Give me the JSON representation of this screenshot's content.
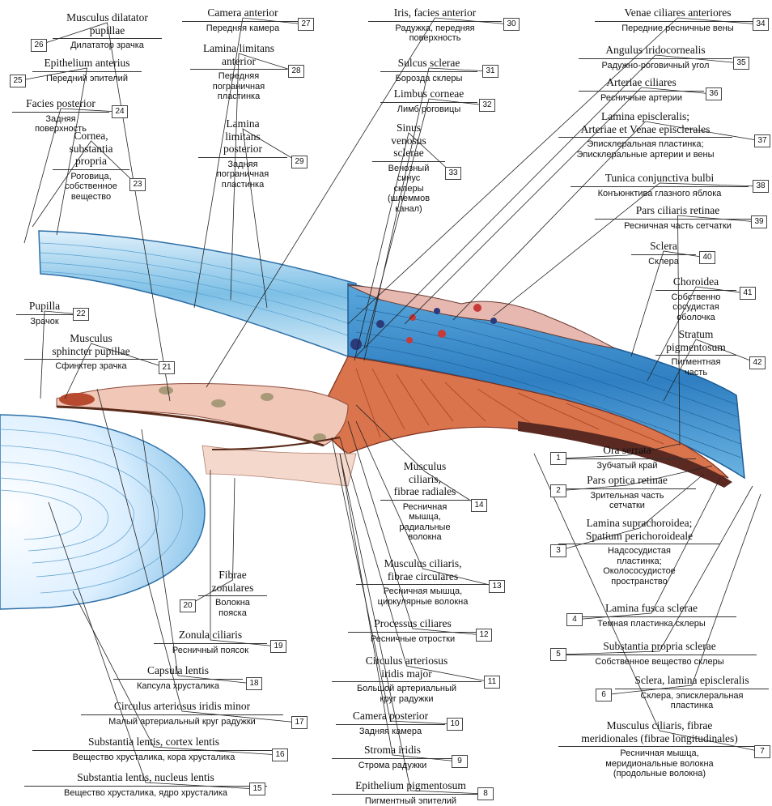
{
  "labels": [
    {
      "n": "1",
      "lat": "Ora serrata",
      "rus": "Зубчатый край"
    },
    {
      "n": "2",
      "lat": "Pars optica retinae",
      "rus": "Зрительная часть\nсетчатки"
    },
    {
      "n": "3",
      "lat": "Lamina suprachoroidea;\nSpatium perichoroideale",
      "rus": "Надсосудистая\nпластинка;\nОколососудистое\nпространство"
    },
    {
      "n": "4",
      "lat": "Lamina fusca sclerae",
      "rus": "Темная пластинка склеры"
    },
    {
      "n": "5",
      "lat": "Substantia propria sclerae",
      "rus": "Собственное вещество склеры"
    },
    {
      "n": "6",
      "lat": "Sclera, lamina episcleralis",
      "rus": "Склера, эписклеральная\nпластинка"
    },
    {
      "n": "7",
      "lat": "Musculus ciliaris, fibrae\nmeridionales (fibrae longitudinales)",
      "rus": "Ресничная мышца,\nмеридиональные волокна\n(продольные волокна)"
    },
    {
      "n": "8",
      "lat": "Epithelium pigmentosum",
      "rus": "Пигментный эпителий"
    },
    {
      "n": "9",
      "lat": "Stroma iridis",
      "rus": "Строма радужки"
    },
    {
      "n": "10",
      "lat": "Camera posterior",
      "rus": "Задняя камера"
    },
    {
      "n": "11",
      "lat": "Circulus arteriosus\niridis major",
      "rus": "Большой артериальный\nкруг радужки"
    },
    {
      "n": "12",
      "lat": "Processus ciliares",
      "rus": "Ресничные отростки"
    },
    {
      "n": "13",
      "lat": "Musculus ciliaris,\nfibrae circulares",
      "rus": "Ресничная мышца,\nциркулярные волокна"
    },
    {
      "n": "14",
      "lat": "Musculus\nciliaris,\nfibrae radiales",
      "rus": "Ресничная\nмышца,\nрадиальные\nволокна"
    },
    {
      "n": "15",
      "lat": "Substantia lentis, nucleus lentis",
      "rus": "Вещество хрусталика, ядро хрусталика"
    },
    {
      "n": "16",
      "lat": "Substantia lentis, cortex lentis",
      "rus": "Вещество хрусталика, кора хрусталика"
    },
    {
      "n": "17",
      "lat": "Circulus arteriosus iridis minor",
      "rus": "Малый артериальный круг радужки"
    },
    {
      "n": "18",
      "lat": "Capsula lentis",
      "rus": "Капсула хрусталика"
    },
    {
      "n": "19",
      "lat": "Zonula ciliaris",
      "rus": "Ресничный поясок"
    },
    {
      "n": "20",
      "lat": "Fibrae\nzonulares",
      "rus": "Волокна\nпояска"
    },
    {
      "n": "21",
      "lat": "Musculus\nsphincter pupillae",
      "rus": "Сфинктер зрачка"
    },
    {
      "n": "22",
      "lat": "Pupilla",
      "rus": "Зрачок"
    },
    {
      "n": "23",
      "lat": "Cornea,\nsubstantia\npropria",
      "rus": "Роговица,\nсобственное\nвещество"
    },
    {
      "n": "24",
      "lat": "Facies posterior",
      "rus": "Задняя\nповерхность"
    },
    {
      "n": "25",
      "lat": "Epithelium anterius",
      "rus": "Передний эпителий"
    },
    {
      "n": "26",
      "lat": "Musculus dilatator\npupillae",
      "rus": "Дилататор зрачка"
    },
    {
      "n": "27",
      "lat": "Camera anterior",
      "rus": "Передняя камера"
    },
    {
      "n": "28",
      "lat": "Lamina limitans\nanterior",
      "rus": "Передняя\nпограничная\nпластинка"
    },
    {
      "n": "29",
      "lat": "Lamina\nlimitans\nposterior",
      "rus": "Задняя\nпограничная\nпластинка"
    },
    {
      "n": "30",
      "lat": "Iris, facies anterior",
      "rus": "Радужка, передняя\nповерхность"
    },
    {
      "n": "31",
      "lat": "Sulcus sclerae",
      "rus": "Борозда склеры"
    },
    {
      "n": "32",
      "lat": "Limbus corneae",
      "rus": "Лимб роговицы"
    },
    {
      "n": "33",
      "lat": "Sinus\nvenosus\nsclerae",
      "rus": "Венозный\nсинус\nсклеры\n(шлеммов\nканал)"
    },
    {
      "n": "34",
      "lat": "Venae ciliares anteriores",
      "rus": "Передние ресничные вены"
    },
    {
      "n": "35",
      "lat": "Angulus iridocornealis",
      "rus": "Радужно-роговичный угол"
    },
    {
      "n": "36",
      "lat": "Arteriae ciliares",
      "rus": "Ресничные артерии"
    },
    {
      "n": "37",
      "lat": "Lamina episcleralis;\nArteriae et Venae episclerales",
      "rus": "Эписклеральная пластинка;\nЭписклеральные артерии и вены"
    },
    {
      "n": "38",
      "lat": "Tunica conjunctiva bulbi",
      "rus": "Конъюнктива глазного яблока"
    },
    {
      "n": "39",
      "lat": "Pars ciliaris retinae",
      "rus": "Ресничная часть сетчатки"
    },
    {
      "n": "40",
      "lat": "Sclera",
      "rus": "Склера"
    },
    {
      "n": "41",
      "lat": "Choroidea",
      "rus": "Собственно\nсосудистая\nоболочка"
    },
    {
      "n": "42",
      "lat": "Stratum\npigmentosum",
      "rus": "Пигментная\nчасть"
    }
  ]
}
